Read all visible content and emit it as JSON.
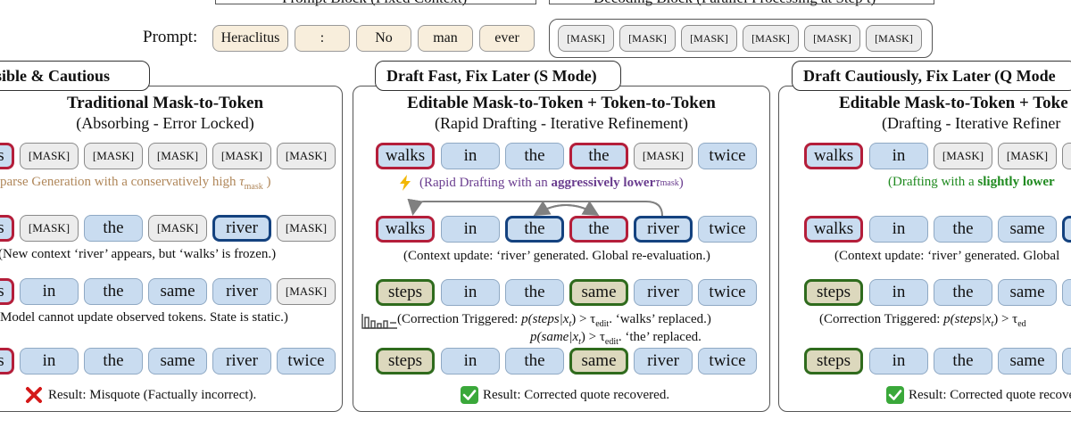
{
  "top": {
    "prompt_label": "Prompt:",
    "prompt_block_title": "Prompt Block (Fixed Context)",
    "decoding_block_title": "Decoding Block (Parallel Processing at Step t)",
    "prompt_tokens": [
      "Heraclitus",
      ":",
      "No",
      "man",
      "ever"
    ],
    "decoding_tokens": [
      "[MASK]",
      "[MASK]",
      "[MASK]",
      "[MASK]",
      "[MASK]",
      "[MASK]"
    ]
  },
  "left": {
    "tab_title": "sible & Cautious",
    "heading": "Traditional Mask-to-Token",
    "subheading": "(Absorbing - Error Locked)",
    "row1": [
      "s",
      "[MASK]",
      "[MASK]",
      "[MASK]",
      "[MASK]",
      "[MASK]"
    ],
    "note1_pre": "parse Generation with a conservatively high ",
    "note1_math": "τ",
    "note1_sub": "mask",
    "note1_post": " )",
    "row2": [
      "s",
      "[MASK]",
      "the",
      "[MASK]",
      "river",
      "[MASK]"
    ],
    "note2": "(New context ‘river’ appears, but ‘walks’ is frozen.)",
    "row3": [
      "s",
      "in",
      "the",
      "same",
      "river",
      "[MASK]"
    ],
    "note3": "Model cannot update observed tokens. State is static.)",
    "row4": [
      "s",
      "in",
      "the",
      "same",
      "river",
      "twice"
    ],
    "result": "Result: Misquote (Factually incorrect)."
  },
  "middle": {
    "tab_title": "Draft Fast, Fix Later (S Mode)",
    "heading": "Editable Mask-to-Token + Token-to-Token",
    "subheading": "(Rapid Drafting - Iterative Refinement)",
    "row1": [
      "walks",
      "in",
      "the",
      "the",
      "[MASK]",
      "twice"
    ],
    "note1_pre": "(Rapid Drafting with an ",
    "note1_bold": "aggressively lower",
    "note1_math": " τ",
    "note1_sub": "mask",
    "note1_post": " )",
    "row2": [
      "walks",
      "in",
      "the",
      "the",
      "river",
      "twice"
    ],
    "note2": "(Context update: ‘river’ generated. Global re-evaluation.)",
    "row3": [
      "steps",
      "in",
      "the",
      "same",
      "river",
      "twice"
    ],
    "note3_pre": "(Correction Triggered: ",
    "note3_math": "p(steps|x",
    "note3_tsub": "t",
    "note3_gt": ") > τ",
    "note3_sub": "edit",
    "note3_post": ". ‘walks’ replaced.)",
    "note4_math": "p(same|x",
    "note4_tsub": "t",
    "note4_gt": ") > τ",
    "note4_sub": "edit",
    "note4_post": ". ‘the’ replaced.",
    "row4": [
      "steps",
      "in",
      "the",
      "same",
      "river",
      "twice"
    ],
    "result": "Result: Corrected quote recovered."
  },
  "right": {
    "tab_title": "Draft Cautiously, Fix Later (Q Mode",
    "heading": "Editable Mask-to-Token + Toke",
    "subheading": "(Drafting - Iterative Refiner",
    "row1": [
      "walks",
      "in",
      "[MASK]",
      "[MASK]",
      "[MASK]"
    ],
    "note1_pre": "(Drafting with a ",
    "note1_bold": "slightly lower",
    "row2": [
      "walks",
      "in",
      "the",
      "same"
    ],
    "note2": "(Context update: ‘river’ generated. Global",
    "row3": [
      "steps",
      "in",
      "the",
      "same"
    ],
    "note3_pre": "(Correction Triggered: ",
    "note3_math": "p(steps|x",
    "note3_tsub": "t",
    "note3_gt": ") > τ",
    "note3_sub": "ed",
    "row4": [
      "steps",
      "in",
      "the",
      "same"
    ],
    "result": "Result: Corrected quote recove"
  },
  "colors": {
    "token_blue": "#c9dcf0",
    "mask_gray": "#ececec",
    "edit_red": "#b41e3a",
    "context_blue": "#14427f",
    "corrected_green": "#2f6b1d",
    "corrected_fill": "#dcd8bd",
    "note_tan": "#b0875a",
    "note_purple": "#6a3d8f",
    "note_green": "#1f8a1f"
  },
  "icons": [
    "lightning-icon",
    "bar-chart-icon",
    "cross-icon",
    "check-icon",
    "arrow-icon"
  ]
}
